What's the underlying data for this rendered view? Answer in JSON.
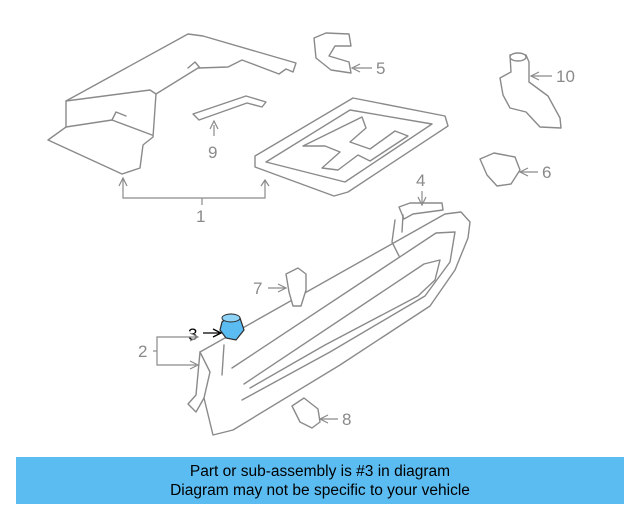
{
  "colors": {
    "highlight": "#5bbcf2",
    "banner_bg": "#5bbcf2",
    "line": "#8a8a8a"
  },
  "callouts": {
    "c1": "1",
    "c2": "2",
    "c3": "3",
    "c4": "4",
    "c5": "5",
    "c6": "6",
    "c7": "7",
    "c8": "8",
    "c9": "9",
    "c10": "10"
  },
  "banner": {
    "line1": "Part or sub-assembly is #3 in diagram",
    "line2": "Diagram may not be specific to your vehicle"
  }
}
